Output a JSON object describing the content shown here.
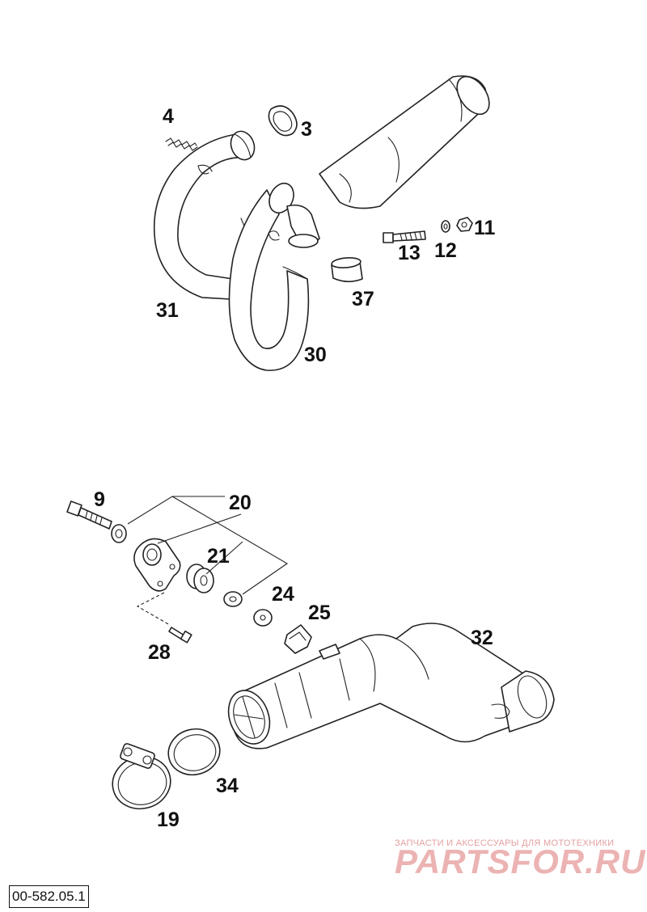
{
  "labels": {
    "p4": "4",
    "p3": "3",
    "p11": "11",
    "p13": "13",
    "p12": "12",
    "p37": "37",
    "p31": "31",
    "p30": "30",
    "p9": "9",
    "p20": "20",
    "p21": "21",
    "p24": "24",
    "p25": "25",
    "p28": "28",
    "p32": "32",
    "p34": "34",
    "p19": "19"
  },
  "watermark": {
    "tagline": "ЗАПЧАСТИ И АКСЕССУАРЫ ДЛЯ МОТОТЕХНИКИ",
    "brand": "PARTSFOR.RU"
  },
  "document_ref": "00-582.05.1",
  "colors": {
    "line": "#222222",
    "watermark": "#e8a8a8"
  }
}
